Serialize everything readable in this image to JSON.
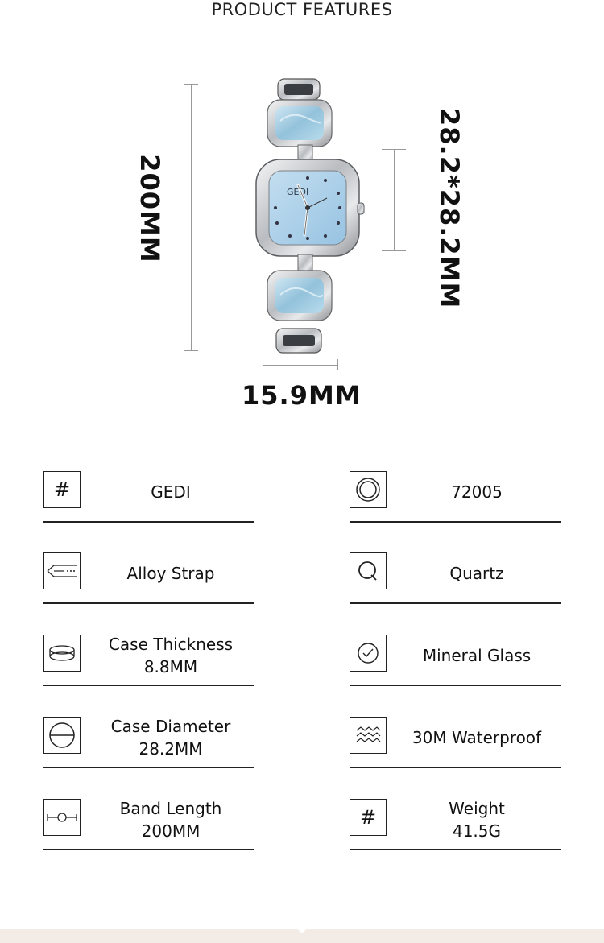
{
  "header": {
    "title": "PRODUCT FEATURES"
  },
  "dimensions": {
    "band_length": "200MM",
    "case_size": "28.2*28.2MM",
    "case_width": "15.9MM"
  },
  "watch": {
    "brand": "GEDI",
    "dial_color": "#a9cde6",
    "metal_color": "#c7c9cc",
    "stone_color": "#9cc6dd"
  },
  "specs": [
    {
      "icon": "hash-icon",
      "lines": [
        "GEDI"
      ]
    },
    {
      "icon": "concentric-circle-icon",
      "lines": [
        "72005"
      ]
    },
    {
      "icon": "strap-icon",
      "lines": [
        "Alloy Strap"
      ]
    },
    {
      "icon": "quartz-icon",
      "lines": [
        "Quartz"
      ]
    },
    {
      "icon": "case-thickness-icon",
      "lines": [
        "Case Thickness",
        "8.8MM"
      ]
    },
    {
      "icon": "glass-check-icon",
      "lines": [
        "Mineral Glass"
      ]
    },
    {
      "icon": "case-diameter-icon",
      "lines": [
        "Case Diameter",
        "28.2MM"
      ]
    },
    {
      "icon": "waves-icon",
      "lines": [
        "30M Waterproof"
      ]
    },
    {
      "icon": "band-length-icon",
      "lines": [
        "Band Length",
        "200MM"
      ]
    },
    {
      "icon": "hash-icon",
      "lines": [
        "Weight",
        "41.5G"
      ]
    }
  ]
}
